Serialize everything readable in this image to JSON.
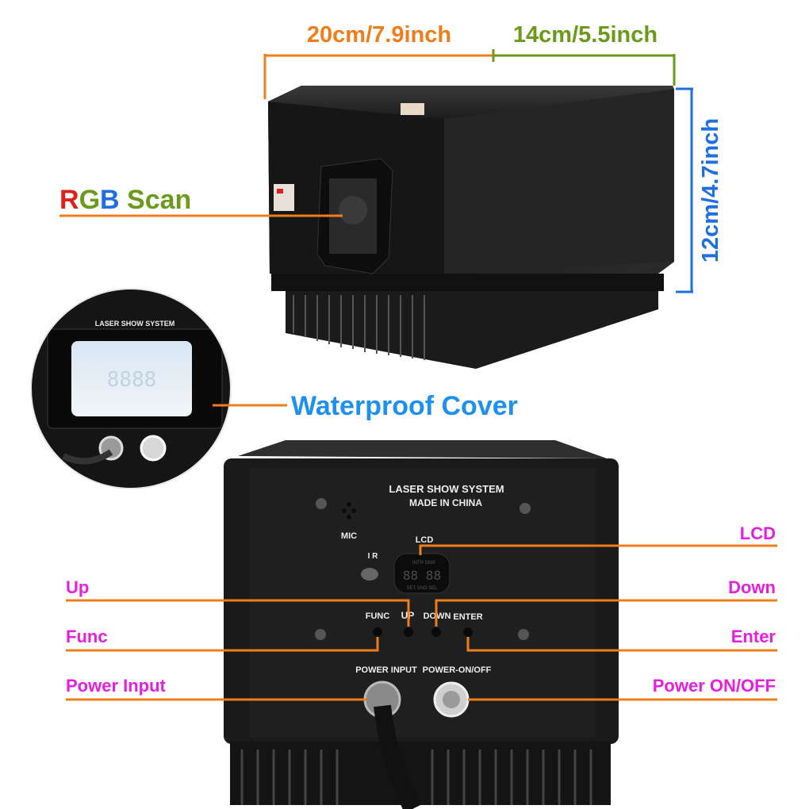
{
  "dimensions": {
    "length": "20cm/7.9inch",
    "width": "14cm/5.5inch",
    "height": "12cm/4.7inch"
  },
  "callouts": {
    "rgb_scan": {
      "r": "R",
      "g": "G",
      "b": "B",
      "rest": " Scan"
    },
    "waterproof_cover": "Waterproof Cover",
    "lcd": "LCD",
    "up": "Up",
    "down": "Down",
    "func": "Func",
    "enter": "Enter",
    "power_input": "Power Input",
    "power_onoff": "Power ON/OFF"
  },
  "device_panel": {
    "title": "LASER  SHOW  SYSTEM",
    "subtitle": "MADE IN CHINA",
    "mic": "MIC",
    "ir": "I R",
    "lcd": "LCD",
    "lcd_top": "INTR DMX",
    "lcd_digits": "88 88",
    "lcd_bottom": "SET SND SEL",
    "func": "FUNC",
    "up": "UP",
    "down": "DOWN",
    "enter": "ENTER",
    "power_input": "POWER INPUT",
    "power_onoff": "POWER-ON/OFF"
  },
  "inset": {
    "title": "LASER  SHOW  SYSTEM",
    "display": "8888"
  },
  "colors": {
    "orange": "#ef7d1c",
    "green": "#6b9a1c",
    "blue": "#1f6fe0",
    "magenta": "#e51ee0",
    "cover_blue": "#1e90f0",
    "red": "#e0201c"
  }
}
